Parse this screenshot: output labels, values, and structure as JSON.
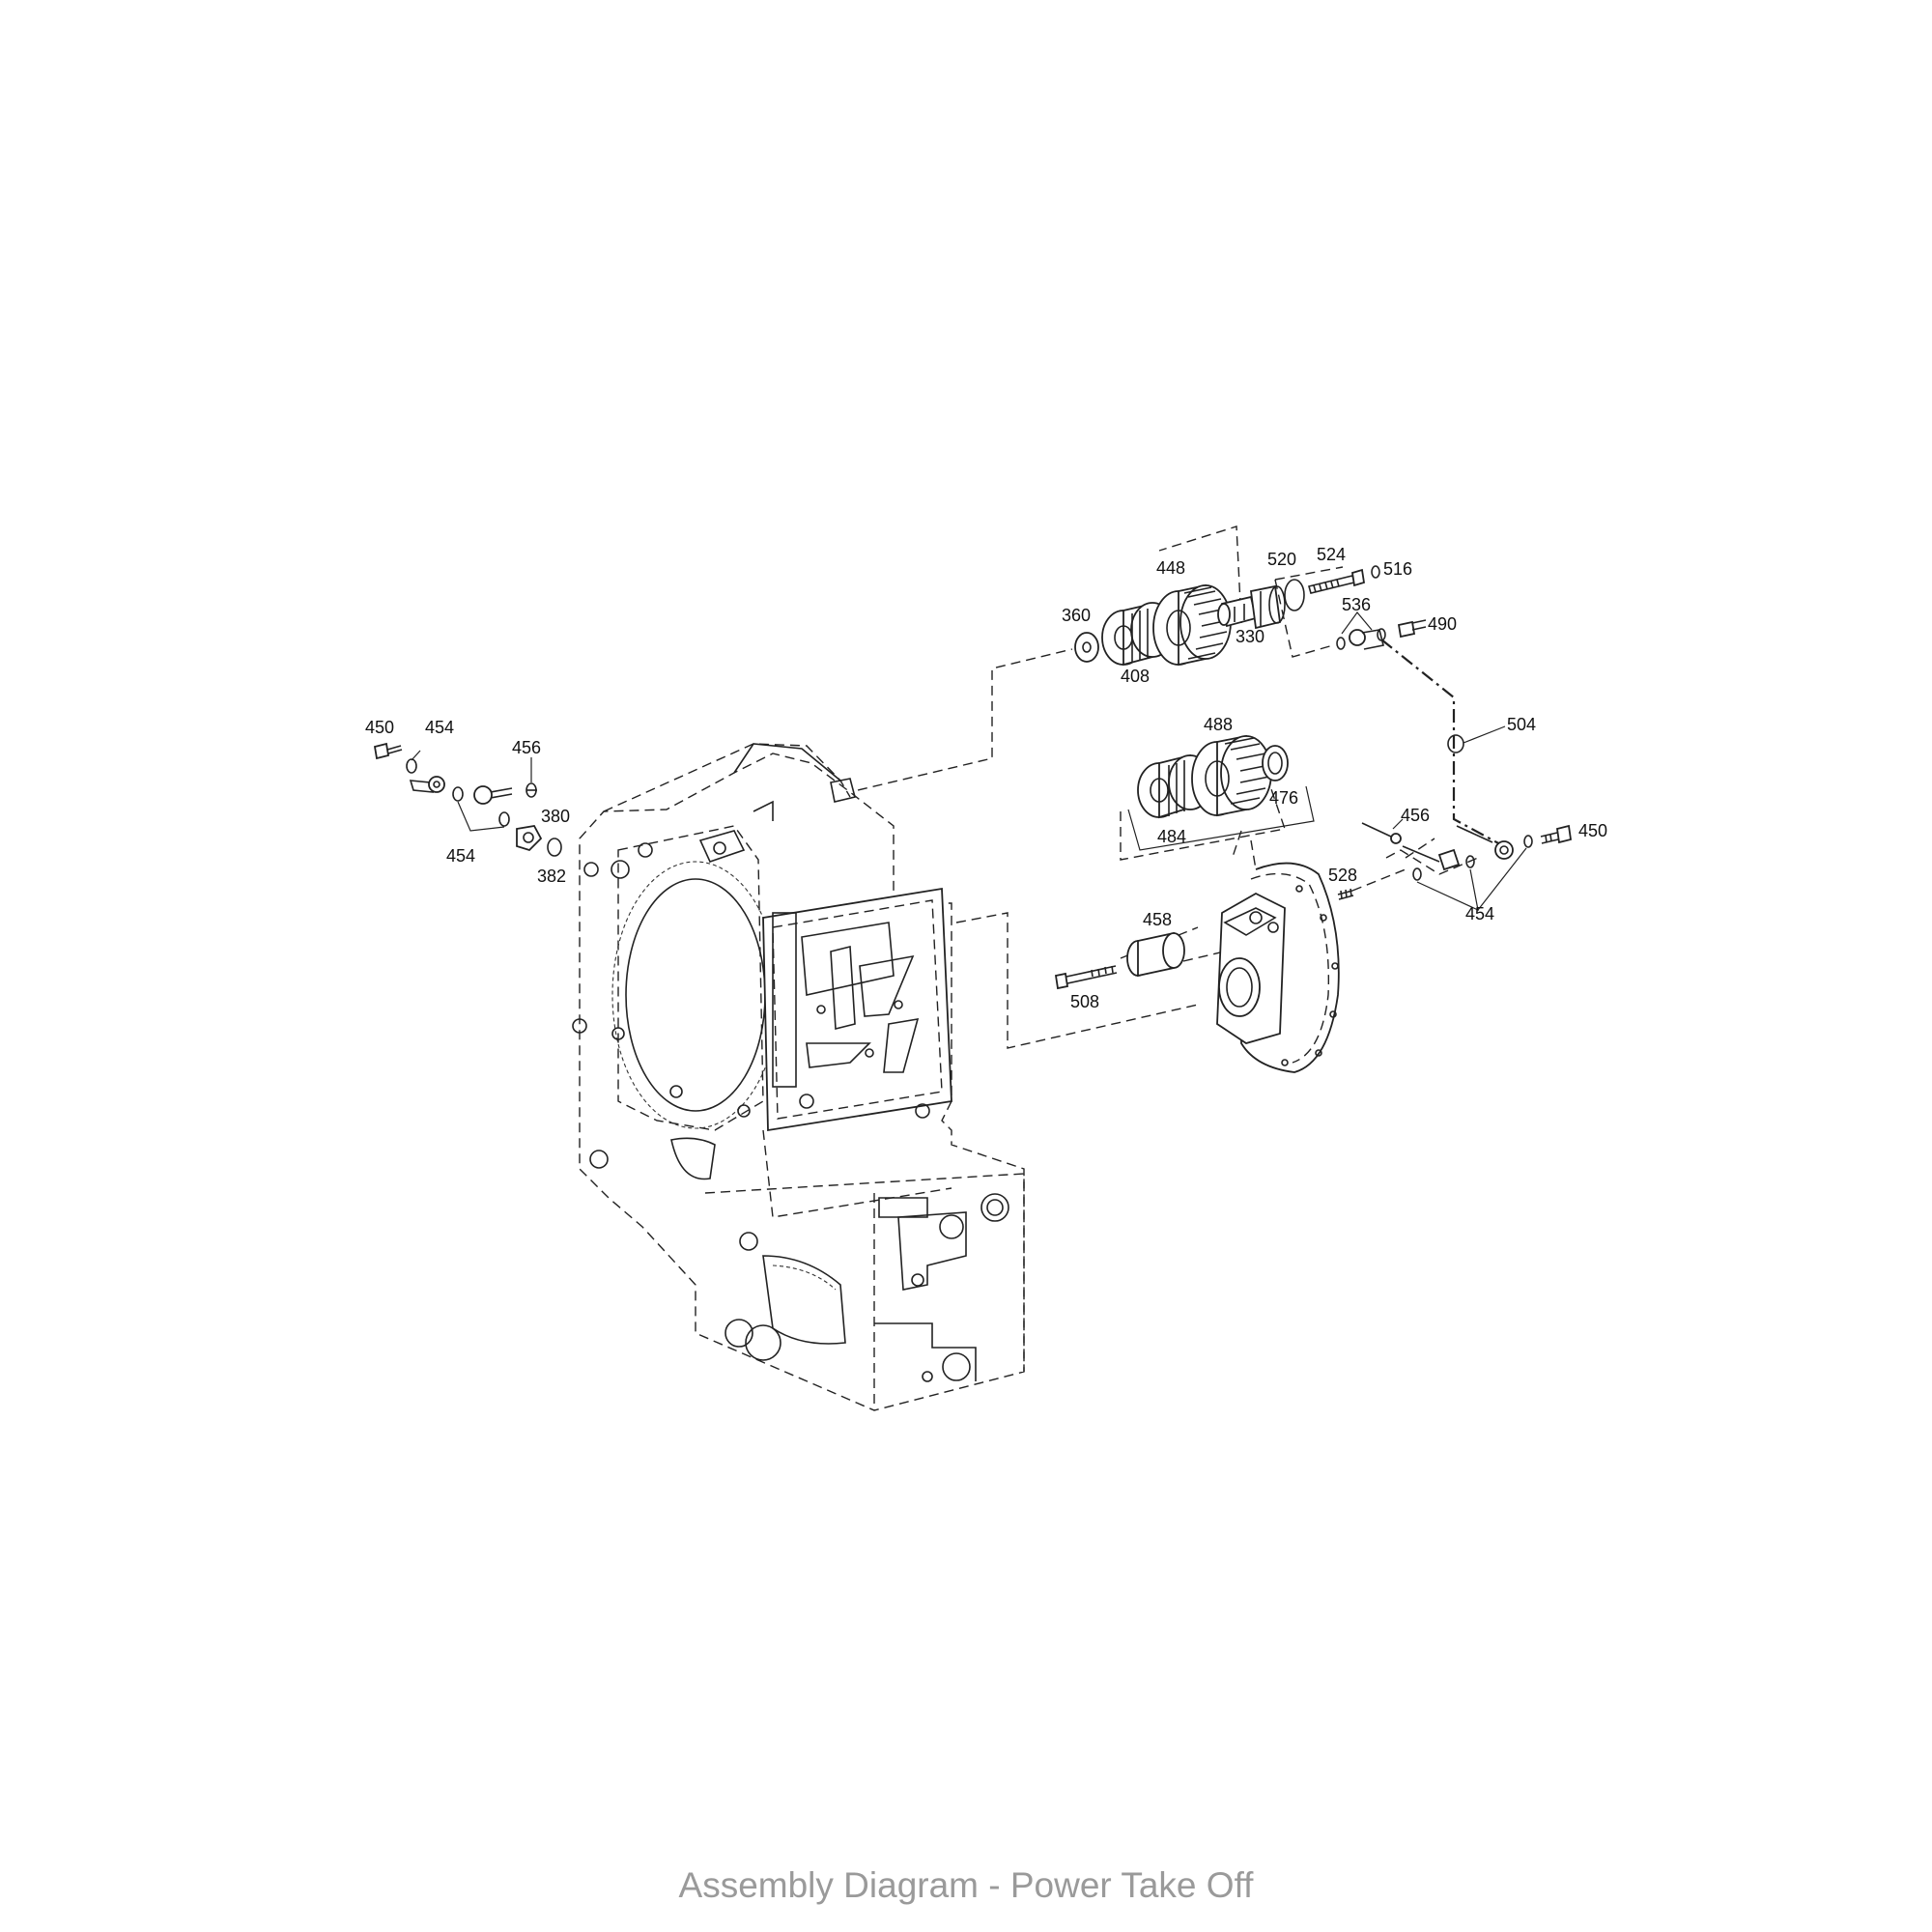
{
  "caption": "Assembly Diagram - Power Take Off",
  "callouts": [
    {
      "id": "c-450-left",
      "label": "450"
    },
    {
      "id": "c-454-top-left",
      "label": "454"
    },
    {
      "id": "c-456-left",
      "label": "456"
    },
    {
      "id": "c-380",
      "label": "380"
    },
    {
      "id": "c-454-left",
      "label": "454"
    },
    {
      "id": "c-382",
      "label": "382"
    },
    {
      "id": "c-360",
      "label": "360"
    },
    {
      "id": "c-408",
      "label": "408"
    },
    {
      "id": "c-448",
      "label": "448"
    },
    {
      "id": "c-520",
      "label": "520"
    },
    {
      "id": "c-524",
      "label": "524"
    },
    {
      "id": "c-516",
      "label": "516"
    },
    {
      "id": "c-330",
      "label": "330"
    },
    {
      "id": "c-536",
      "label": "536"
    },
    {
      "id": "c-490",
      "label": "490"
    },
    {
      "id": "c-488",
      "label": "488"
    },
    {
      "id": "c-476",
      "label": "476"
    },
    {
      "id": "c-484",
      "label": "484"
    },
    {
      "id": "c-504",
      "label": "504"
    },
    {
      "id": "c-456-right",
      "label": "456"
    },
    {
      "id": "c-450-right",
      "label": "450"
    },
    {
      "id": "c-528",
      "label": "528"
    },
    {
      "id": "c-454-right",
      "label": "454"
    },
    {
      "id": "c-458",
      "label": "458"
    },
    {
      "id": "c-508",
      "label": "508"
    }
  ]
}
